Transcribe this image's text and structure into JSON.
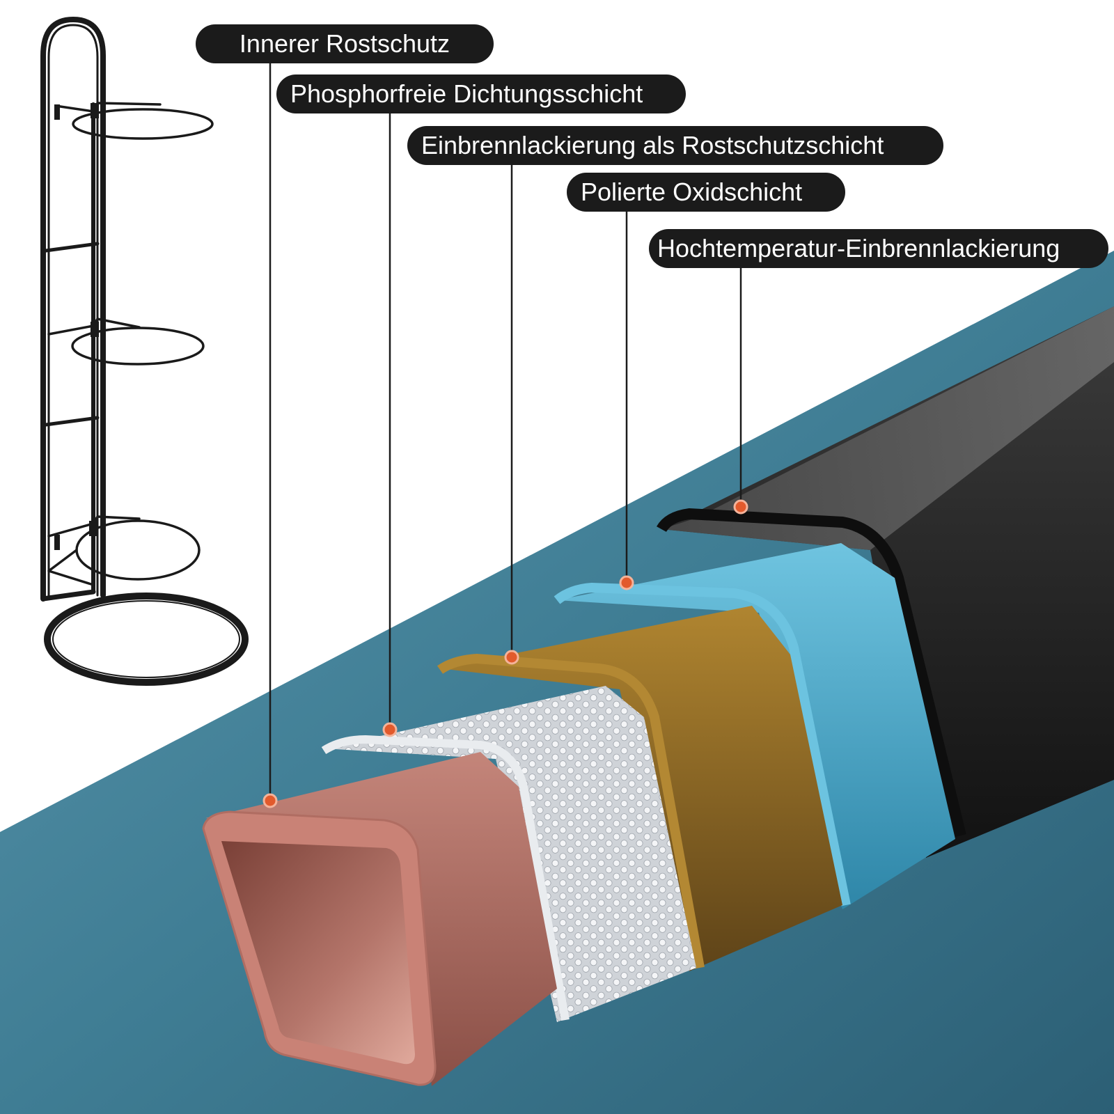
{
  "layers": [
    {
      "label": "Innerer Rostschutz",
      "color": "#c98276"
    },
    {
      "label": "Phosphorfreie Dichtungsschicht",
      "color": "#e6e9ee"
    },
    {
      "label": "Einbrennlackierung als Rostschutzschicht",
      "color": "#a57c2c"
    },
    {
      "label": "Polierte Oxidschicht",
      "color": "#52a8c6"
    },
    {
      "label": "Hochtemperatur-Einbrennlackierung",
      "color": "#2a2a2a"
    }
  ],
  "colors": {
    "background_band": "#3d7a91",
    "label_bg": "#1b1b1b",
    "marker_dot": "#e25a2c",
    "stand_frame": "#1a1a1a"
  }
}
